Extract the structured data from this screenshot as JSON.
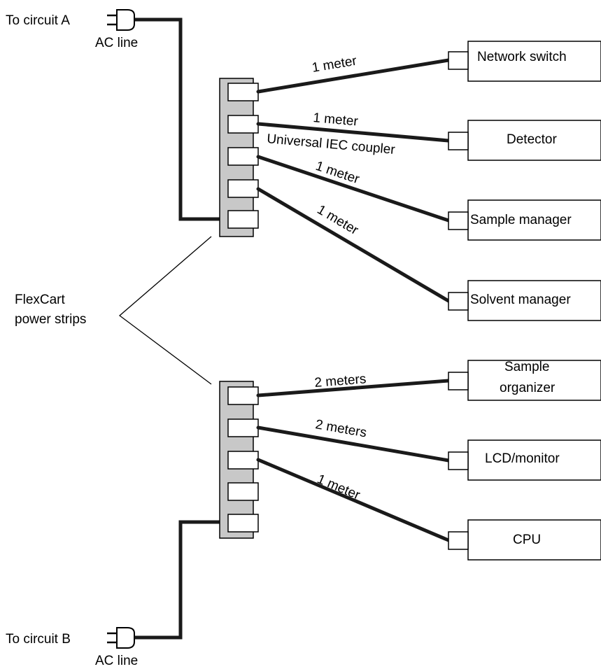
{
  "labels": {
    "circuit_a": "To circuit A",
    "circuit_b": "To circuit B",
    "ac_line_a": "AC line",
    "ac_line_b": "AC line",
    "strips_line1": "FlexCart",
    "strips_line2": "power strips",
    "coupler": "Universal IEC coupler"
  },
  "devices": {
    "network_switch": "Network switch",
    "detector": "Detector",
    "sample_manager": "Sample manager",
    "solvent_manager": "Solvent manager",
    "sample_organizer_line1": "Sample",
    "sample_organizer_line2": "organizer",
    "lcd_monitor": "LCD/monitor",
    "cpu": "CPU"
  },
  "cable_lengths": {
    "network_switch": "1 meter",
    "detector": "1 meter",
    "sample_manager": "1 meter",
    "solvent_manager": "1 meter",
    "sample_organizer": "2 meters",
    "lcd_monitor": "2 meters",
    "cpu": "1 meter"
  },
  "colors": {
    "strip_fill": "#c8c8c8",
    "cable": "#1a1a1a"
  }
}
